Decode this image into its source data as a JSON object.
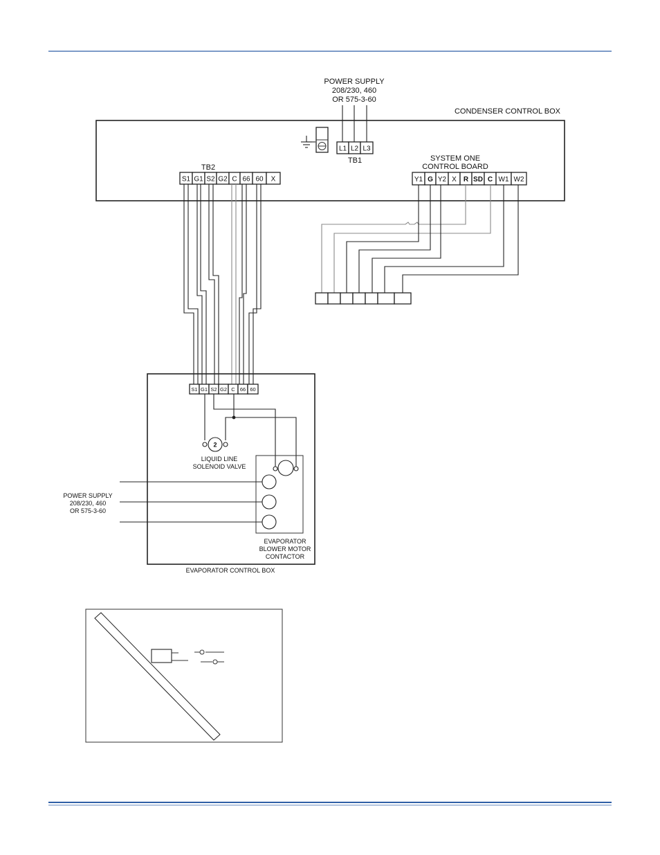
{
  "colors": {
    "rule": "#2f5fa6",
    "ink": "#222222",
    "grey_wire": "#888888"
  },
  "power_supply_top": {
    "line1": "POWER SUPPLY",
    "line2": "208/230, 460",
    "line3": "OR 575-3-60"
  },
  "condenser": {
    "title": "CONDENSER CONTROL BOX",
    "tb1_label": "TB1",
    "tb1_terminals": [
      "L1",
      "L2",
      "L3"
    ],
    "tb2_label": "TB2",
    "tb2_terminals": [
      "S1",
      "G1",
      "S2",
      "G2",
      "C",
      "66",
      "60",
      "X"
    ],
    "board_label_1": "SYSTEM ONE",
    "board_label_2": "CONTROL BOARD",
    "board_terminals": [
      "Y1",
      "G",
      "Y2",
      "X",
      "R",
      "SD",
      "C",
      "W1",
      "W2"
    ]
  },
  "evaporator": {
    "title": "EVAPORATOR CONTROL BOX",
    "terminals": [
      "S1",
      "G1",
      "S2",
      "G2",
      "C",
      "66",
      "60"
    ],
    "solenoid_number": "2",
    "solenoid_label_1": "LIQUID LINE",
    "solenoid_label_2": "SOLENOID VALVE",
    "contactor_label_1": "EVAPORATOR",
    "contactor_label_2": "BLOWER MOTOR",
    "contactor_label_3": "CONTACTOR"
  },
  "power_supply_left": {
    "line1": "POWER SUPPLY",
    "line2": "208/230, 460",
    "line3": "OR 575-3-60"
  }
}
